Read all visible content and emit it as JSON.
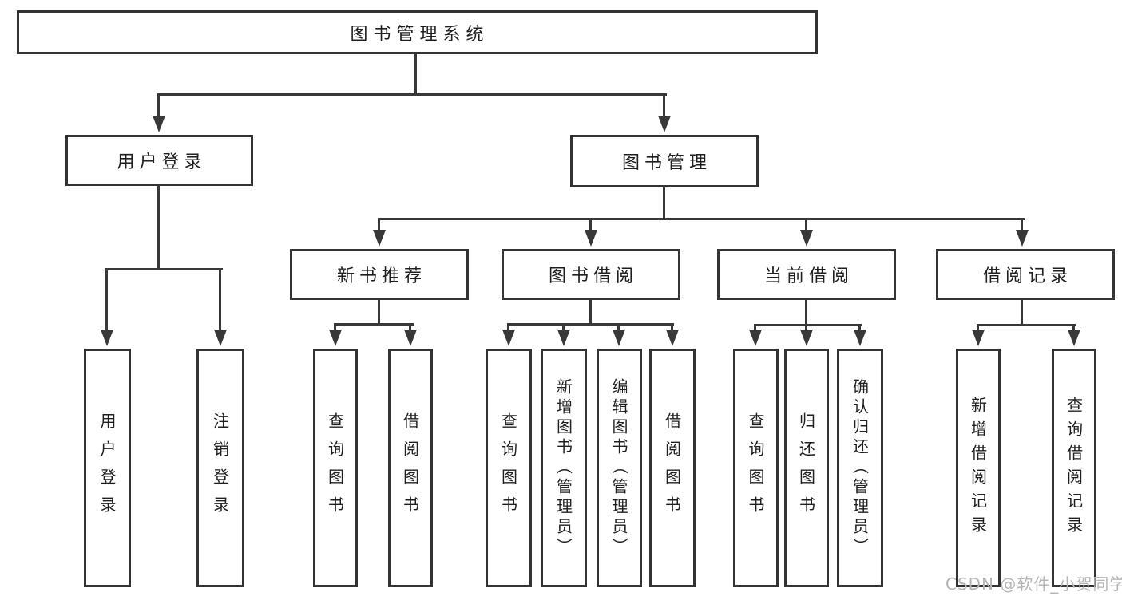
{
  "diagram": {
    "title": "图书管理系统",
    "tree": {
      "label": "图书管理系统",
      "children": [
        {
          "label": "用户登录",
          "children": [
            {
              "label": "用户登录"
            },
            {
              "label": "注销登录"
            }
          ]
        },
        {
          "label": "图书管理",
          "children": [
            {
              "label": "新书推荐",
              "children": [
                {
                  "label": "查询图书"
                },
                {
                  "label": "借阅图书"
                }
              ]
            },
            {
              "label": "图书借阅",
              "children": [
                {
                  "label": "查询图书"
                },
                {
                  "label": "新增图书（管理员）"
                },
                {
                  "label": "编辑图书（管理员）"
                },
                {
                  "label": "借阅图书"
                }
              ]
            },
            {
              "label": "当前借阅",
              "children": [
                {
                  "label": "查询图书"
                },
                {
                  "label": "归还图书"
                },
                {
                  "label": "确认归还（管理员）"
                }
              ]
            },
            {
              "label": "借阅记录",
              "children": [
                {
                  "label": "新增借阅记录"
                },
                {
                  "label": "查询借阅记录"
                }
              ]
            }
          ]
        }
      ]
    },
    "colors": {
      "line": "#383838",
      "text": "#1f1f1f",
      "background": "#ffffff",
      "watermark": "#b5b5b5"
    }
  },
  "watermark": {
    "text": "CSDN @软件_小贺同学"
  }
}
